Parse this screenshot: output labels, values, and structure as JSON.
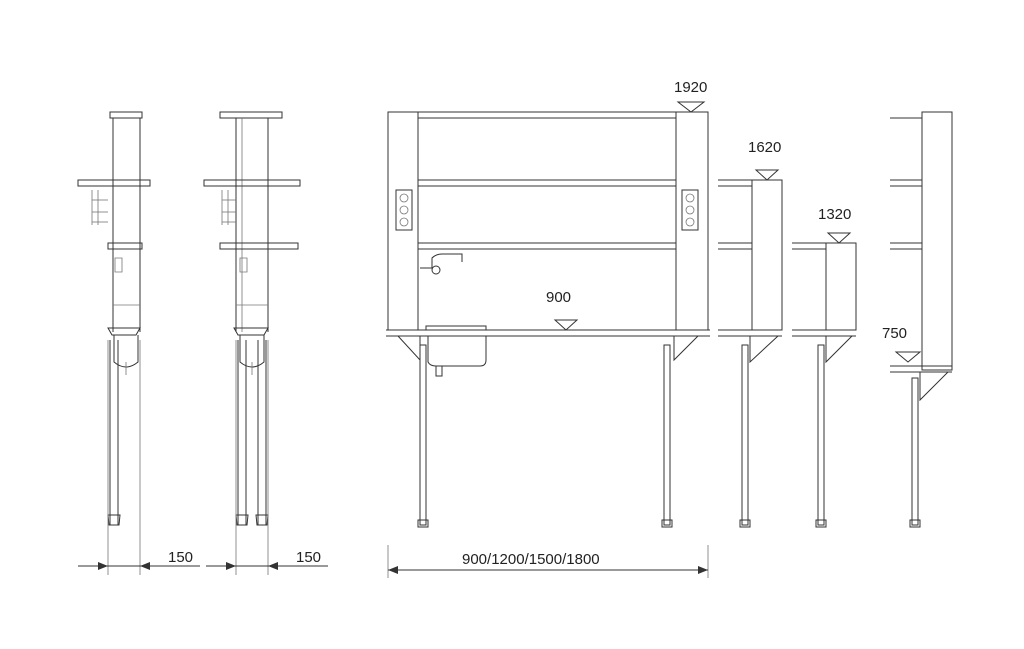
{
  "dimensions": {
    "side_view_1_depth": "150",
    "side_view_2_depth": "150",
    "width_options": "900/1200/1500/1800",
    "height_1920": "1920",
    "height_1620": "1620",
    "height_1320": "1320",
    "height_900": "900",
    "height_750": "750"
  },
  "colors": {
    "line": "#333333",
    "background": "#ffffff"
  }
}
